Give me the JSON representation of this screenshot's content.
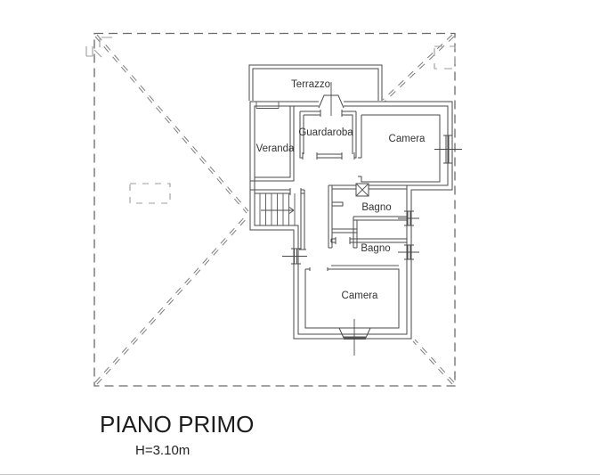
{
  "plan": {
    "title": "PIANO PRIMO",
    "height_note": "H=3.10m",
    "rooms": {
      "terrazzo": "Terrazzo",
      "veranda": "Veranda",
      "guardaroba": "Guardaroba",
      "camera_top": "Camera",
      "bagno_top": "Bagno",
      "bagno_bottom": "Bagno",
      "camera_bottom": "Camera"
    }
  },
  "legend": {
    "roof_outline": "dashed hip-roof overhang outline",
    "hip_lines": "double-dashed roof hip diagonals",
    "stairs": "staircase with up-direction arrow"
  },
  "colors": {
    "background": "#ffffff",
    "wall": "#4a4a4a",
    "roof_dash": "#6a6a6a",
    "hip_dash": "#7d7d7d",
    "marker": "#9c9c9c",
    "label": "#333333",
    "title": "#1c1c1c"
  }
}
